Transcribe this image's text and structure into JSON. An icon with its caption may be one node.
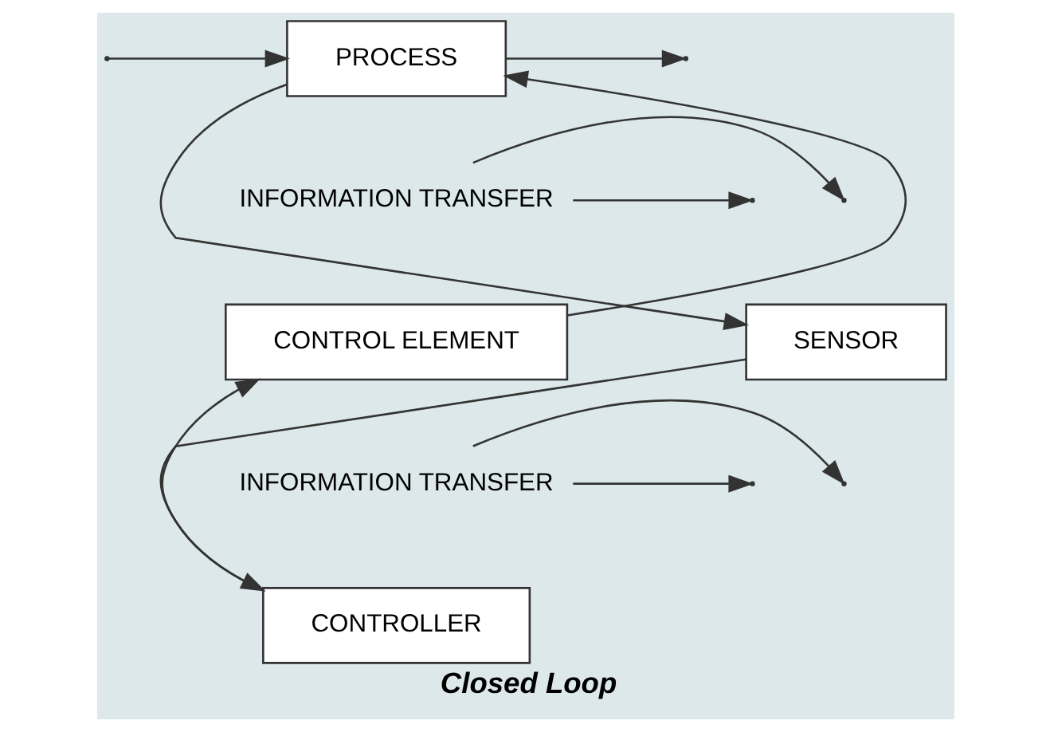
{
  "diagram": {
    "caption": "Closed Loop",
    "nodes": [
      {
        "text": [
          "PROCESS"
        ]
      },
      {
        "text": [
          "INFORMATION TRANSFER"
        ]
      },
      {
        "text": [
          "CONTROL ELEMENT"
        ]
      },
      {
        "text": [
          "SENSOR"
        ]
      },
      {
        "text": [
          "INFORMATION TRANSFER"
        ]
      },
      {
        "text": [
          "CONTROLLER"
        ]
      }
    ],
    "edges": [
      {
        "from": null,
        "to": 0,
        "arrow": "to"
      },
      {
        "from": 0,
        "to": null,
        "arrow": "to"
      },
      {
        "from": 0,
        "to": 3,
        "arrow": "to"
      },
      {
        "from": 3,
        "to": 5,
        "arrow": "to"
      },
      {
        "from": 5,
        "to": 2,
        "arrow": "to"
      },
      {
        "from": 2,
        "to": 0,
        "arrow": "to"
      },
      {
        "from": 1,
        "to": null,
        "arrow": "to"
      },
      {
        "from": 1,
        "to": null,
        "arrow": "to"
      },
      {
        "from": 4,
        "to": null,
        "arrow": "to"
      },
      {
        "from": 4,
        "to": null,
        "arrow": "to"
      }
    ]
  }
}
